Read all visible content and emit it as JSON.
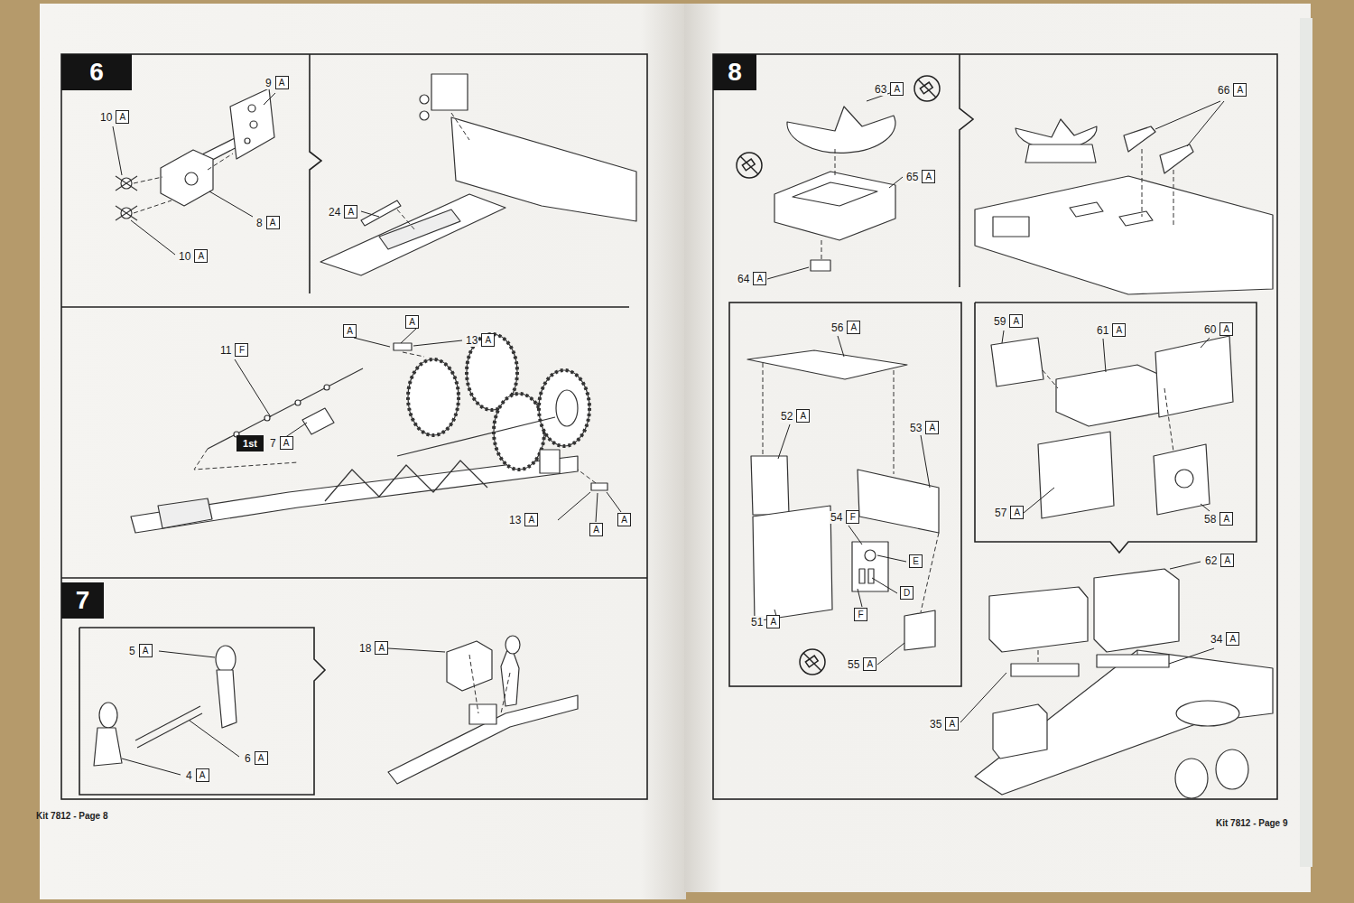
{
  "diagram": {
    "nodes": [
      {
        "text": [
          "6"
        ]
      },
      {
        "text": [
          "9",
          "A"
        ]
      },
      {
        "text": [
          "10",
          "A"
        ]
      },
      {
        "text": [
          "8",
          "A"
        ]
      },
      {
        "text": [
          "10",
          "A"
        ]
      },
      {
        "text": [
          "24",
          "A"
        ]
      },
      {
        "text": [
          "11",
          "F"
        ]
      },
      {
        "text": [
          "A"
        ]
      },
      {
        "text": [
          "A"
        ]
      },
      {
        "text": [
          "13",
          "A"
        ]
      },
      {
        "text": [
          "1st"
        ]
      },
      {
        "text": [
          "7",
          "A"
        ]
      },
      {
        "text": [
          "13",
          "A"
        ]
      },
      {
        "text": [
          "A"
        ]
      },
      {
        "text": [
          "A"
        ]
      },
      {
        "text": [
          "7"
        ]
      },
      {
        "text": [
          "5",
          "A"
        ]
      },
      {
        "text": [
          "18",
          "A"
        ]
      },
      {
        "text": [
          "6",
          "A"
        ]
      },
      {
        "text": [
          "4",
          "A"
        ]
      },
      {
        "text": [
          "8"
        ]
      },
      {
        "text": [
          "63",
          "A"
        ]
      },
      {
        "text": [
          "65",
          "A"
        ]
      },
      {
        "text": [
          "64",
          "A"
        ]
      },
      {
        "text": [
          "66",
          "A"
        ]
      },
      {
        "text": [
          "56",
          "A"
        ]
      },
      {
        "text": [
          "52",
          "A"
        ]
      },
      {
        "text": [
          "53",
          "A"
        ]
      },
      {
        "text": [
          "54",
          "F"
        ]
      },
      {
        "text": [
          "E"
        ]
      },
      {
        "text": [
          "D"
        ]
      },
      {
        "text": [
          "F"
        ]
      },
      {
        "text": [
          "51",
          "A"
        ]
      },
      {
        "text": [
          "55",
          "A"
        ]
      },
      {
        "text": [
          "59",
          "A"
        ]
      },
      {
        "text": [
          "61",
          "A"
        ]
      },
      {
        "text": [
          "60",
          "A"
        ]
      },
      {
        "text": [
          "57",
          "A"
        ]
      },
      {
        "text": [
          "58",
          "A"
        ]
      },
      {
        "text": [
          "62",
          "A"
        ]
      },
      {
        "text": [
          "34",
          "A"
        ]
      },
      {
        "text": [
          "35",
          "A"
        ]
      }
    ],
    "labels": [
      "Kit 7812 - Page 8",
      "Kit 7812 - Page 9"
    ]
  }
}
